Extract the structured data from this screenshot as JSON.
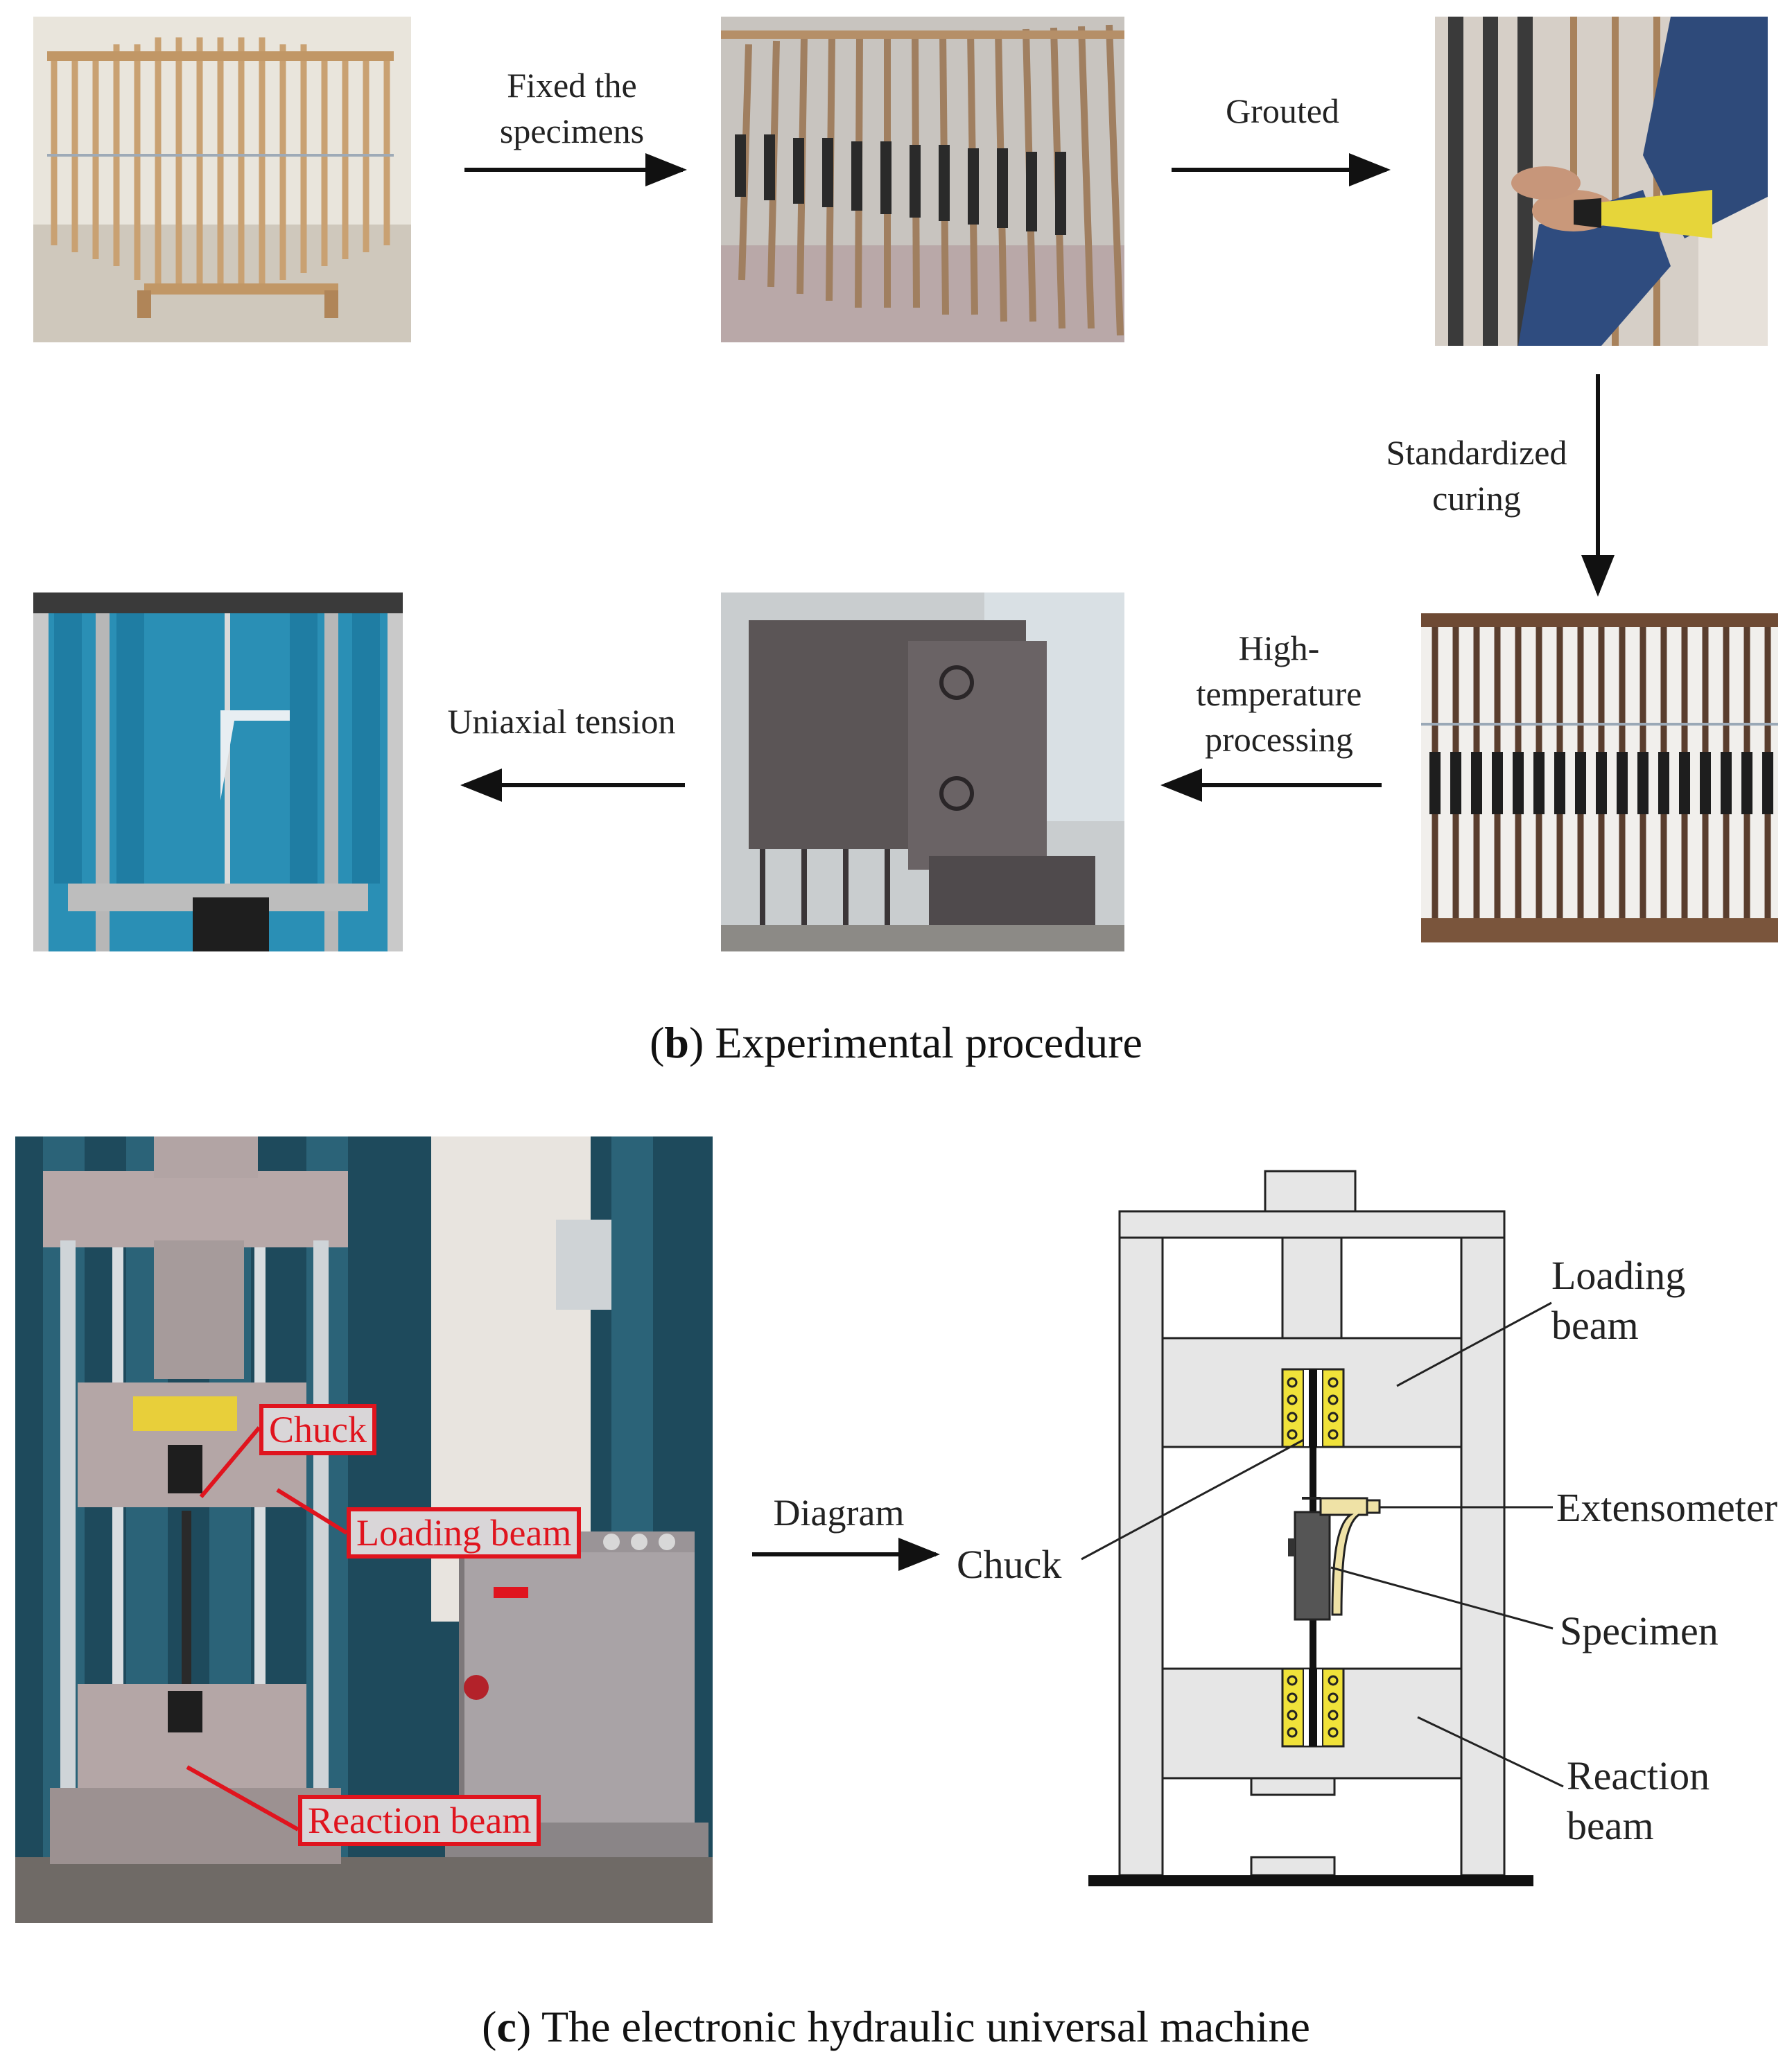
{
  "procedure": {
    "steps": {
      "fixed": "Fixed the specimens",
      "grouted": "Grouted",
      "curing": "Standardized curing",
      "high_temp": "High-temperature processing",
      "tension": "Uniaxial tension"
    },
    "step_lines": {
      "fixed": [
        "Fixed the",
        "specimens"
      ],
      "curing": [
        "Standardized",
        "curing"
      ],
      "high_temp": [
        "High-",
        "temperature",
        "processing"
      ]
    },
    "caption_letter": "b",
    "caption_text": " Experimental procedure"
  },
  "machine": {
    "photo_labels": {
      "chuck": "Chuck",
      "loading_beam": "Loading beam",
      "reaction_beam": "Reaction beam"
    },
    "arrow_label": "Diagram",
    "diagram_labels": {
      "loading_beam": [
        "Loading",
        "beam"
      ],
      "chuck": "Chuck",
      "extensometer": "Extensometer",
      "specimen": "Specimen",
      "reaction_beam": [
        "Reaction",
        "beam"
      ]
    },
    "caption_letter": "c",
    "caption_text": " The electronic hydraulic universal machine"
  },
  "colors": {
    "label_red": "#e0141e",
    "grip_yellow": "#f0e23a",
    "frame_gray": "#e6e6e6"
  }
}
